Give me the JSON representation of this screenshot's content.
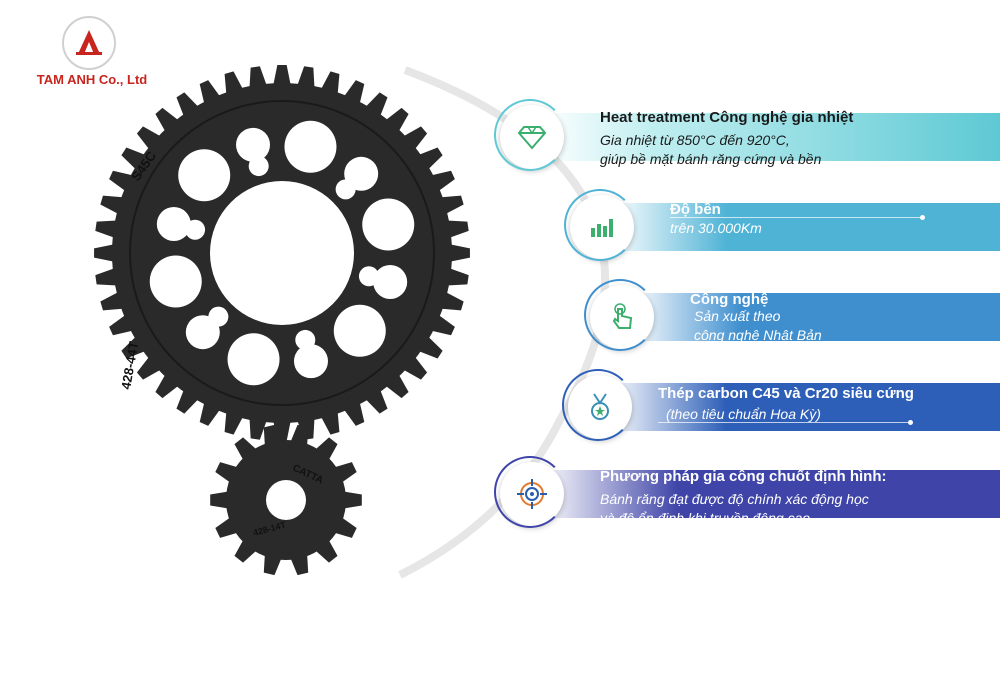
{
  "brand": {
    "name": "TAM ANH Co., Ltd",
    "colors": {
      "red": "#c8251e",
      "gear": "#2a2a2a"
    }
  },
  "gear_big": {
    "marking_top": "S45C",
    "marking_bottom": "428-44T"
  },
  "gear_small": {
    "marking_top": "CATTA",
    "marking_bottom": "428-14T"
  },
  "features": [
    {
      "icon": "diamond-icon",
      "title": "Heat treatment Công nghệ gia nhiệt",
      "lines": [
        "Gia nhiệt từ 850°C đến 920°C,",
        "giúp bề mặt bánh răng cứng và bền"
      ],
      "color": "#5ec9d4"
    },
    {
      "icon": "bar-chart-icon",
      "title": "Độ bền",
      "lines": [
        "trên 30.000Km"
      ],
      "color": "#4fb3d6"
    },
    {
      "icon": "touch-icon",
      "title": "Công nghệ",
      "lines": [
        "Sản xuất theo",
        "công nghệ Nhật Bản"
      ],
      "color": "#3f8fcf"
    },
    {
      "icon": "medal-icon",
      "title": "Thép carbon C45 và Cr20 siêu cứng",
      "lines": [
        "(theo tiêu chuẩn Hoa Kỳ)"
      ],
      "color": "#2e5fb8"
    },
    {
      "icon": "target-icon",
      "title": "Phương pháp gia công chuốt định hình:",
      "lines": [
        "Bánh răng đạt được độ chính xác động học",
        "và độ ổn định khi truyền động cao"
      ],
      "color": "#3f45a8"
    }
  ]
}
